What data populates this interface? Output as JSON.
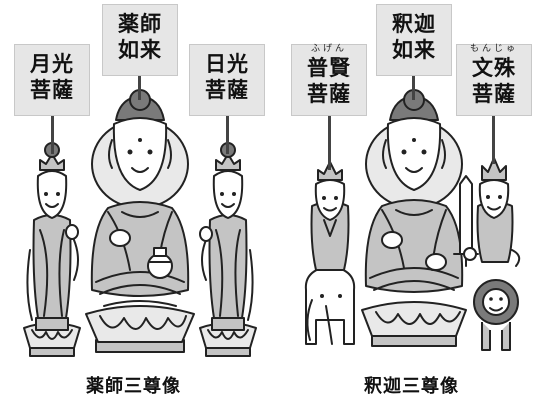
{
  "groups": [
    {
      "caption": "薬師三尊像",
      "center": {
        "line1": "薬師",
        "line2": "如来"
      },
      "left": {
        "line1": "月光",
        "line2": "菩薩"
      },
      "right": {
        "line1": "日光",
        "line2": "菩薩"
      }
    },
    {
      "caption": "釈迦三尊像",
      "center": {
        "line1": "釈迦",
        "line2": "如来"
      },
      "left": {
        "ruby": "ふげん",
        "line1": "普賢",
        "line2": "菩薩"
      },
      "right": {
        "ruby": "もんじゅ",
        "line1": "文殊",
        "line2": "菩薩"
      }
    }
  ],
  "icons": {
    "figure": "buddha-statue-icon",
    "lotus": "lotus-pedestal-icon",
    "elephant": "elephant-icon",
    "lion": "lion-icon",
    "sword": "sword-icon",
    "jar": "medicine-jar-icon"
  }
}
